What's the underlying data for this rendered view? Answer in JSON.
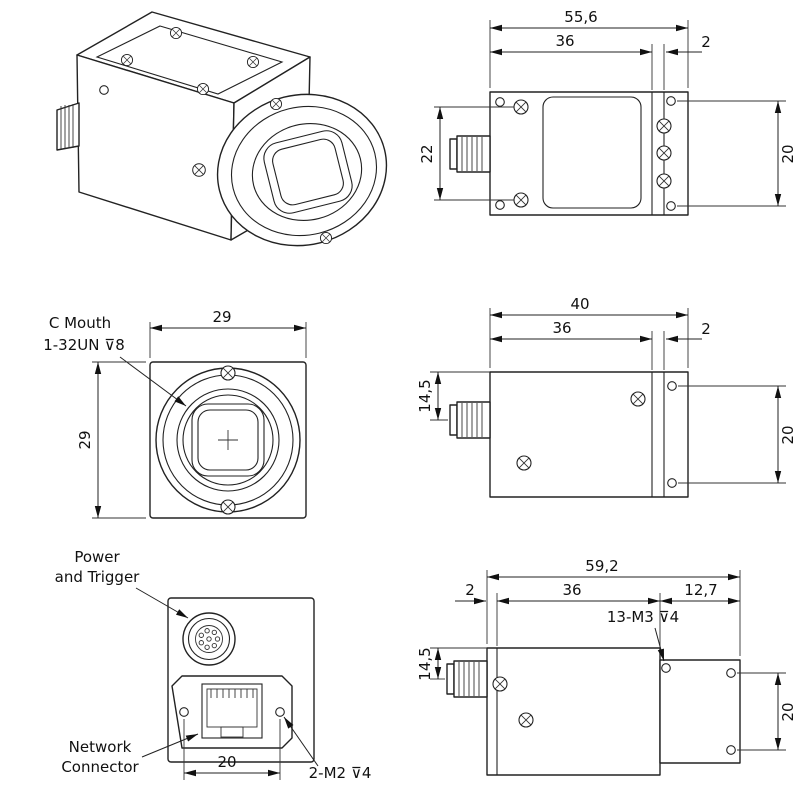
{
  "views": {
    "top": {
      "dim_total": "55,6",
      "dim_body": "36",
      "dim_step": "2",
      "dim_screw_spacing": "22",
      "dim_hole_spacing": "20"
    },
    "front": {
      "mount_label_1": "C Mouth",
      "mount_label_2": "1-32UN ⊽8",
      "dim_width": "29",
      "dim_height": "29"
    },
    "side": {
      "dim_total": "40",
      "dim_body": "36",
      "dim_step": "2",
      "dim_connector_offset": "14,5",
      "dim_hole_spacing": "20"
    },
    "rear": {
      "power_label_1": "Power",
      "power_label_2": "and Trigger",
      "network_label_1": "Network",
      "network_label_2": "Connector",
      "dim_hole_spacing": "20",
      "holes_label": "2-M2 ⊽4"
    },
    "side_lens": {
      "dim_total": "59,2",
      "dim_step": "2",
      "dim_body": "36",
      "dim_lens": "12,7",
      "holes_label": "13-M3 ⊽4",
      "dim_connector_offset": "14,5",
      "dim_hole_spacing": "20"
    }
  }
}
